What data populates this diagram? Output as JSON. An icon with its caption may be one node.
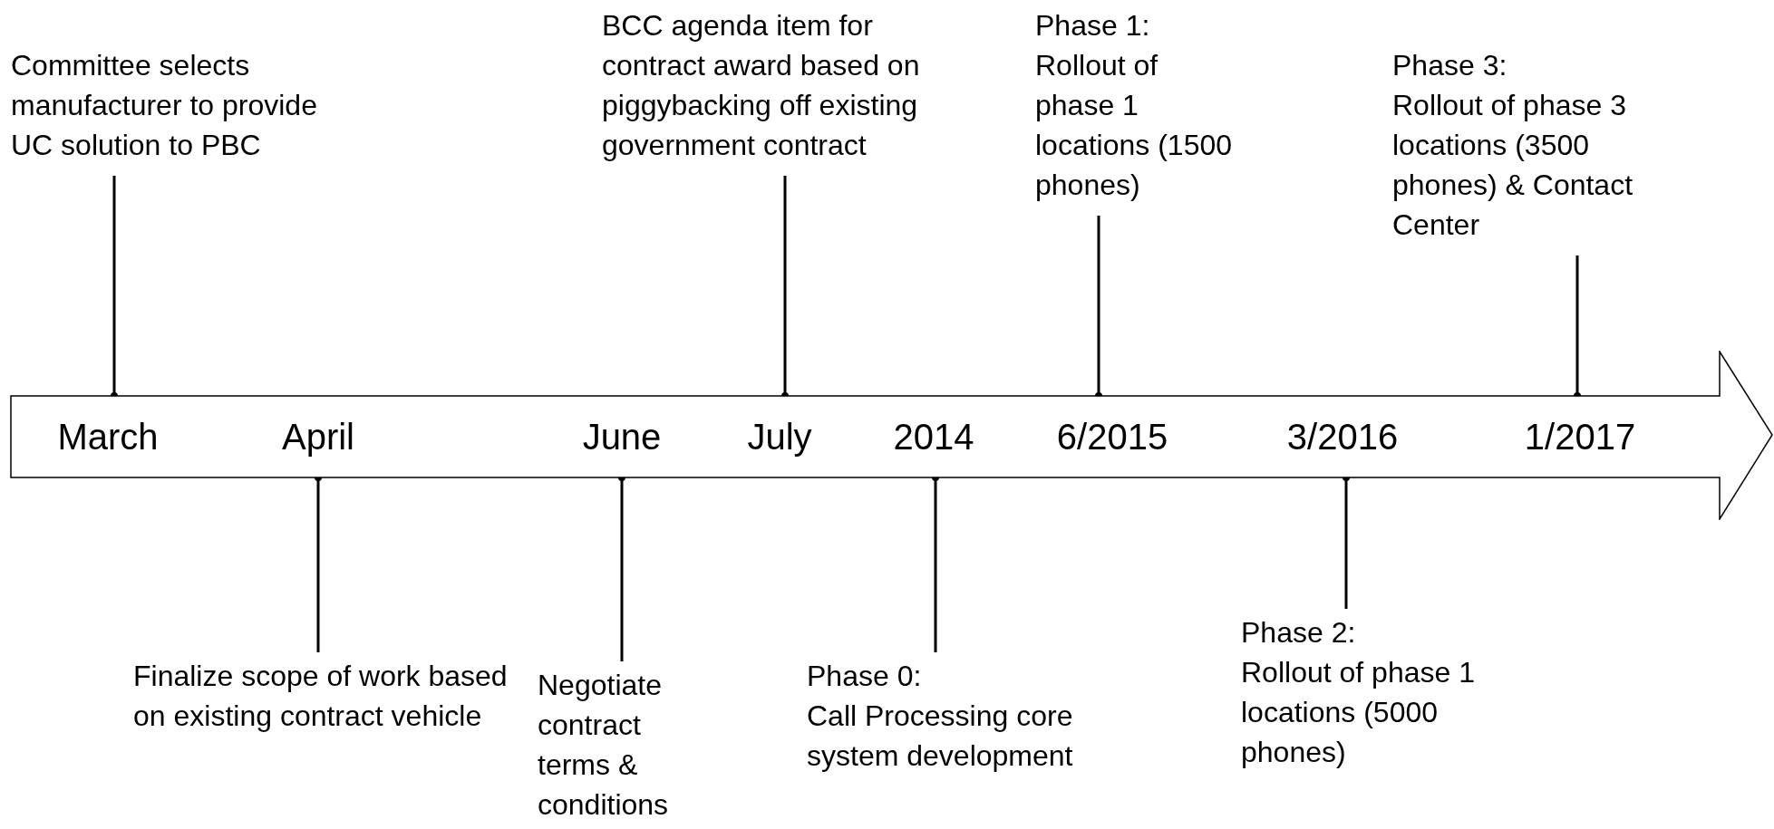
{
  "diagram": {
    "nodes": [
      {
        "text": [
          "March",
          "April",
          "June",
          "July",
          "2014",
          "6/2015",
          "3/2016",
          "1/2017"
        ]
      },
      {
        "text": [
          "Committee selects manufacturer to provide UC solution to PBC"
        ]
      },
      {
        "text": [
          "BCC agenda item for contract award based on piggybacking off existing government contract"
        ]
      },
      {
        "text": [
          "Phase 1:",
          "Rollout of phase 1 locations (1500 phones)"
        ]
      },
      {
        "text": [
          "Phase 3:",
          "Rollout of phase 3 locations (3500 phones) & Contact Center"
        ]
      },
      {
        "text": [
          "Finalize scope of work based on existing contract vehicle"
        ]
      },
      {
        "text": [
          "Negotiate contract terms & conditions"
        ]
      },
      {
        "text": [
          "Phase 0:",
          "Call Processing core system development"
        ]
      },
      {
        "text": [
          "Phase 2:",
          "Rollout of phase 1 locations (5000 phones)"
        ]
      }
    ],
    "edges": [
      {
        "from": 1,
        "to": 0,
        "arrow": "other"
      },
      {
        "from": 2,
        "to": 0,
        "arrow": "other"
      },
      {
        "from": 3,
        "to": 0,
        "arrow": "other"
      },
      {
        "from": 4,
        "to": 0,
        "arrow": "other"
      },
      {
        "from": 5,
        "to": 0,
        "arrow": "other"
      },
      {
        "from": 6,
        "to": 0,
        "arrow": "other"
      },
      {
        "from": 7,
        "to": 0,
        "arrow": "other"
      },
      {
        "from": 8,
        "to": 0,
        "arrow": "other"
      }
    ]
  }
}
